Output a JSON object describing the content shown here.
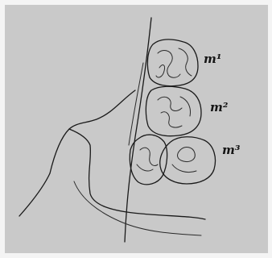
{
  "figure": {
    "labels": {
      "m1": "m¹",
      "m2": "m²",
      "m3": "m³"
    }
  }
}
